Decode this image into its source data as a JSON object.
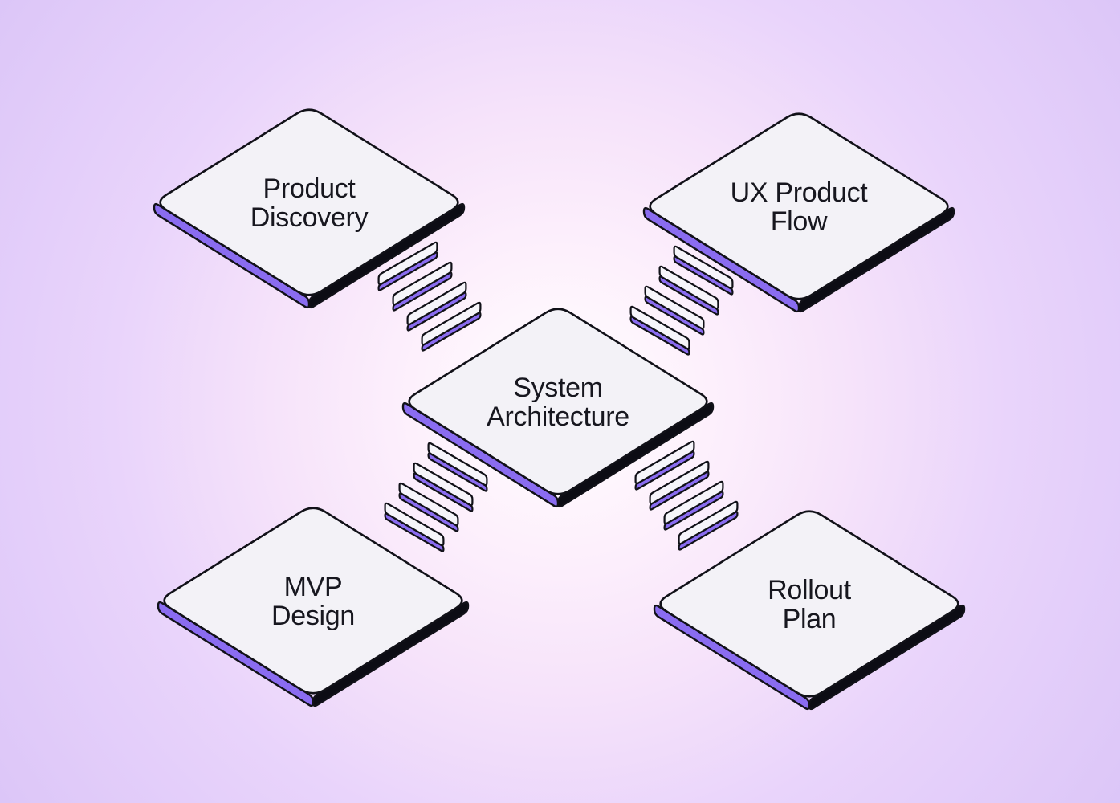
{
  "diagram": {
    "colors": {
      "tile_top": "#f3f2f7",
      "tile_side": "#8a6cf0",
      "tile_shadow": "#0c0c14",
      "outline": "#111118",
      "step_top": "#f6f5fa",
      "step_side": "#8a6cf0"
    },
    "nodes": [
      {
        "id": "product-discovery",
        "lines": [
          "Product",
          "Discovery"
        ]
      },
      {
        "id": "ux-product-flow",
        "lines": [
          "UX Product",
          "Flow"
        ]
      },
      {
        "id": "system-architecture",
        "lines": [
          "System",
          "Architecture"
        ]
      },
      {
        "id": "mvp-design",
        "lines": [
          "MVP",
          "Design"
        ]
      },
      {
        "id": "rollout-plan",
        "lines": [
          "Rollout",
          "Plan"
        ]
      }
    ],
    "connectors": [
      {
        "id": "discovery-to-architecture",
        "steps": 4
      },
      {
        "id": "flow-to-architecture",
        "steps": 4
      },
      {
        "id": "mvp-to-architecture",
        "steps": 4
      },
      {
        "id": "rollout-to-architecture",
        "steps": 4
      }
    ]
  }
}
